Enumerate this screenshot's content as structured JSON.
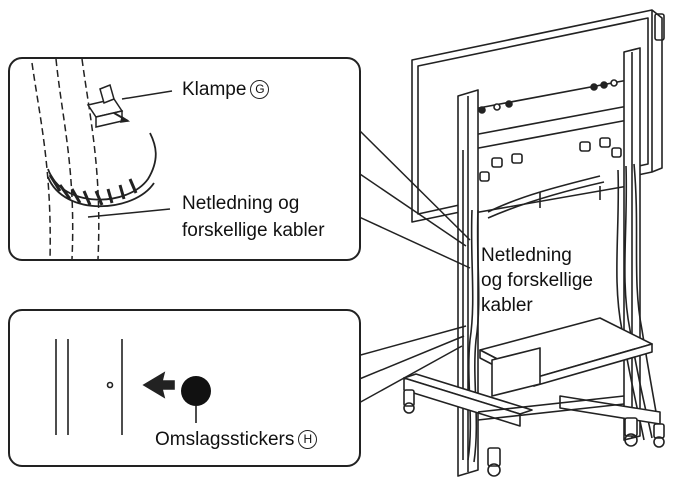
{
  "labels": {
    "clamp": "Klampe",
    "clamp_marker": "G",
    "cables_top_line1": "Netledning og",
    "cables_top_line2": "forskellige kabler",
    "cables_right_line1": "Netledning",
    "cables_right_line2": "og forskellige",
    "cables_right_line3": "kabler",
    "stickers": "Omslagsstickers",
    "stickers_marker": "H"
  },
  "colors": {
    "line": "#222222",
    "background": "#ffffff"
  },
  "icons": [
    "clamp-icon",
    "cable-tie-icon",
    "cover-sticker-icon",
    "arrow-left-icon"
  ]
}
